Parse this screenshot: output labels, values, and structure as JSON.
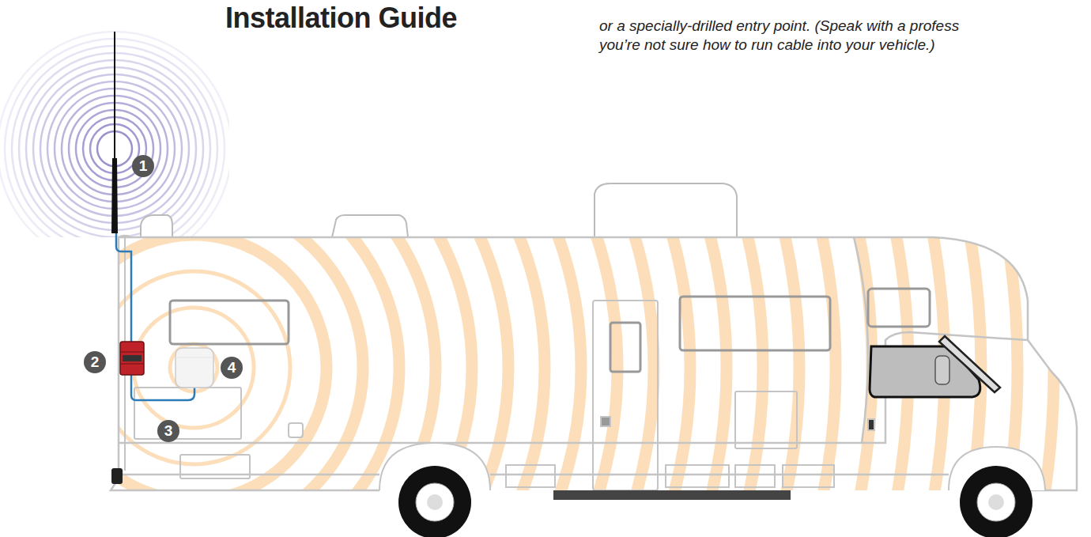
{
  "diagram": {
    "title": "Installation Guide",
    "labels": [
      "or a specially-drilled entry point. (Speak with a profess",
      "you’re not sure how to run cable into your vehicle.)",
      "1",
      "2",
      "3",
      "4"
    ]
  }
}
